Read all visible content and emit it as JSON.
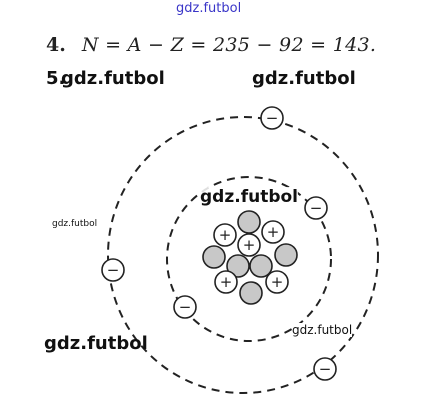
{
  "watermarks": {
    "top": "gdz.futbol",
    "after_5": "gdz.futbol",
    "right": "gdz.futbol",
    "center": "gdz.futbol",
    "small_left": "gdz.futbol",
    "small_right": "gdz.futbol",
    "bottom": "gdz.futbol"
  },
  "problem4": {
    "number": "4.",
    "equation": "N = A − Z = 235 − 92 = 143."
  },
  "problem5": {
    "number": "5."
  },
  "atom": {
    "electron_sign": "−",
    "proton_sign": "+",
    "colors": {
      "orbit": "#222222",
      "neutron_fill": "#c8c8c8",
      "proton_fill": "#ffffff",
      "electron_fill": "#ffffff",
      "outline": "#222222"
    }
  }
}
